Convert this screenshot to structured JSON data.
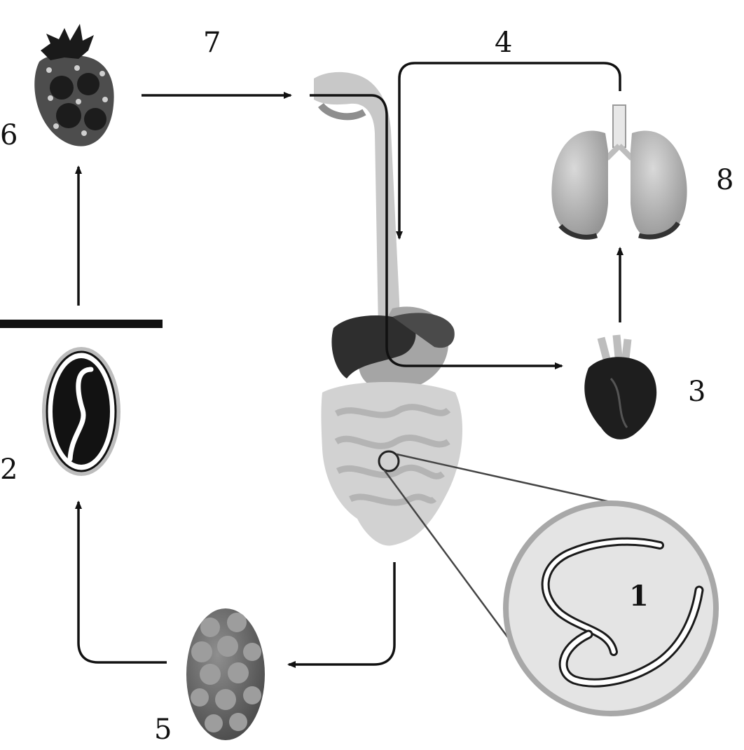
{
  "labels": {
    "l1": "1",
    "l2": "2",
    "l3": "3",
    "l4": "4",
    "l5": "5",
    "l6": "6",
    "l7": "7",
    "l8": "8"
  },
  "colors": {
    "stroke": "#111111",
    "organ_light": "#cfcfcf",
    "organ_mid": "#9a9a9a",
    "organ_dark": "#2b2b2b",
    "zoom_fill": "#e6e6e6"
  }
}
